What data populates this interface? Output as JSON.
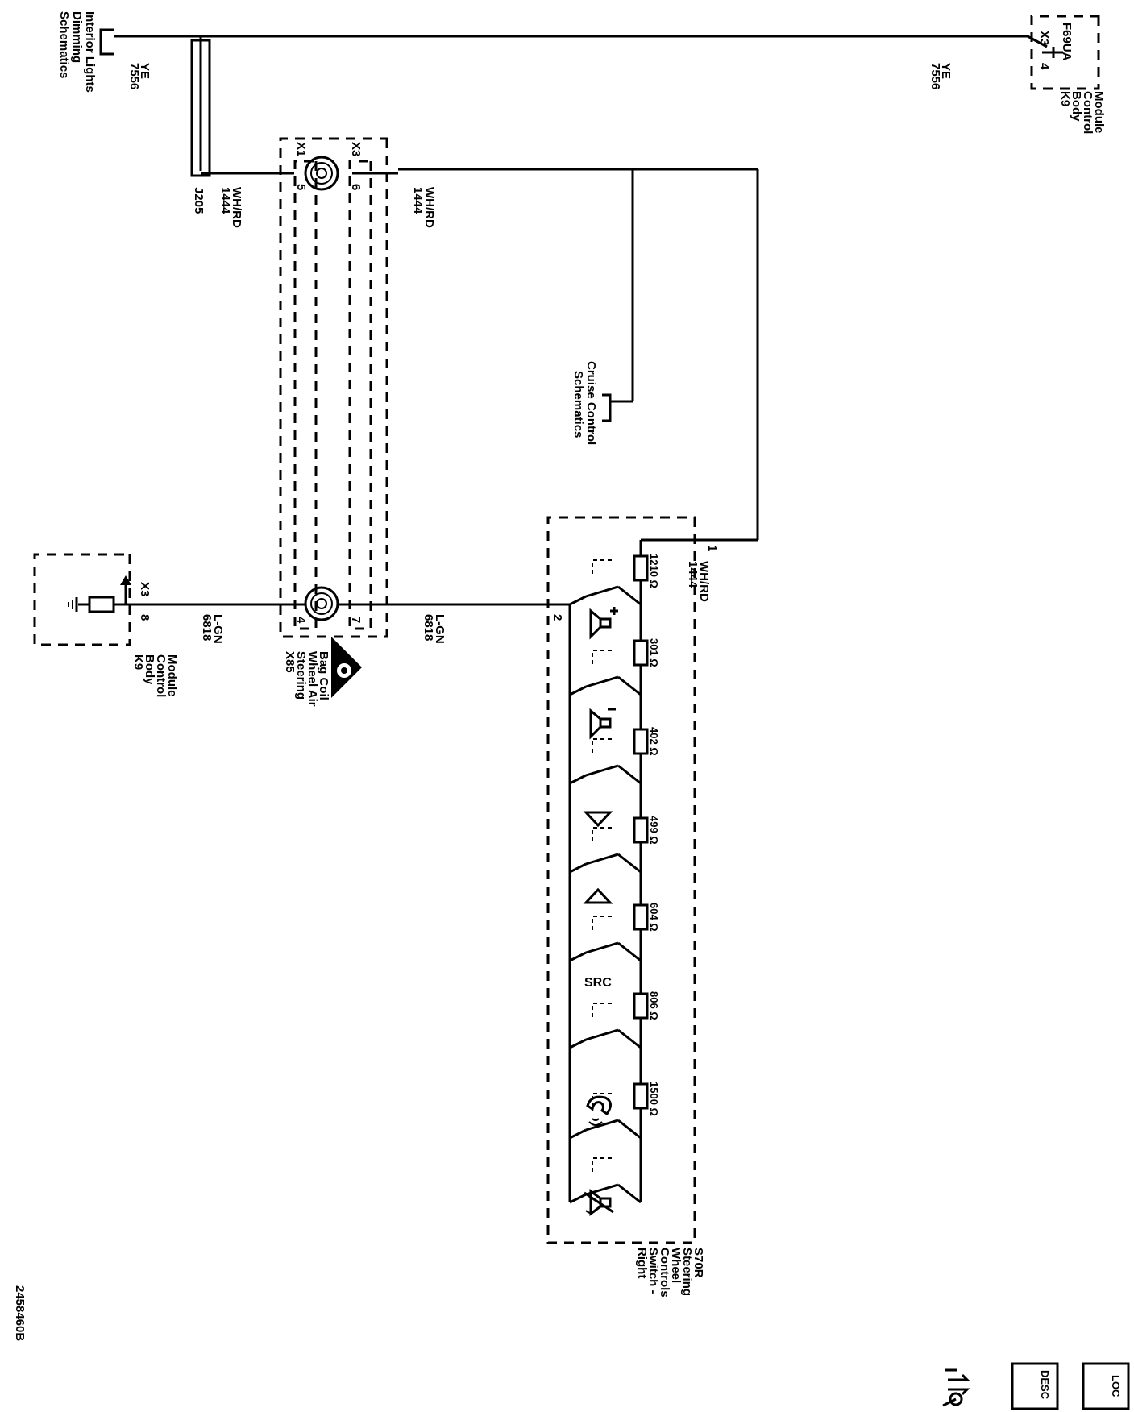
{
  "labels": {
    "interior_ref": [
      "Interior Lights",
      "Dimming",
      "Schematics"
    ],
    "wire_top_left": [
      "7556",
      "YE"
    ],
    "wire_top_right": [
      "7556",
      "YE"
    ],
    "k9_top_conn": "X3",
    "k9_top_pin": "4",
    "k9_top_component": "F69UA",
    "k9_top_module": [
      "K9",
      "Body",
      "Control",
      "Module"
    ],
    "splice": "J205",
    "wire_1444_left": [
      "1444",
      "WH/RD"
    ],
    "wire_1444_mid": [
      "1444",
      "WH/RD"
    ],
    "wire_1444_right": [
      "1444",
      "WH/RD"
    ],
    "coil_conn_left": "X1",
    "coil_conn_right": "X3",
    "coil_pin_5": "5",
    "coil_pin_6": "6",
    "coil_pin_4": "4",
    "coil_pin_7": "7",
    "coil_name": [
      "X85",
      "Steering",
      "Wheel Air",
      "Bag Coil"
    ],
    "cruise_ref": [
      "Cruise Control",
      "Schematics"
    ],
    "k9_bottom_conn": "X3",
    "k9_bottom_pin": "8",
    "k9_bottom_module": [
      "K9",
      "Body",
      "Control",
      "Module"
    ],
    "wire_6818_left": [
      "6818",
      "L-GN"
    ],
    "wire_6818_right": [
      "6818",
      "L-GN"
    ],
    "switch_pin_1": "1",
    "switch_pin_2": "2",
    "switch_name": [
      "S70R",
      "Steering",
      "Wheel",
      "Controls",
      "Switch -",
      "Right"
    ],
    "resistors": [
      "1210 Ω",
      "301 Ω",
      "402 Ω",
      "499 Ω",
      "604 Ω",
      "806 Ω",
      "1500 Ω"
    ],
    "src_label": "SRC",
    "figure_id": "2458460B",
    "footer_desc": "DESC",
    "footer_loc": "LOC"
  },
  "icons": [
    "wrench-arrows-icon",
    "desc-box-icon",
    "loc-box-icon",
    "airbag-warning-icon",
    "volume-up-icon",
    "volume-down-icon",
    "seek-up-icon",
    "seek-down-icon",
    "phone-icon",
    "mute-icon"
  ]
}
